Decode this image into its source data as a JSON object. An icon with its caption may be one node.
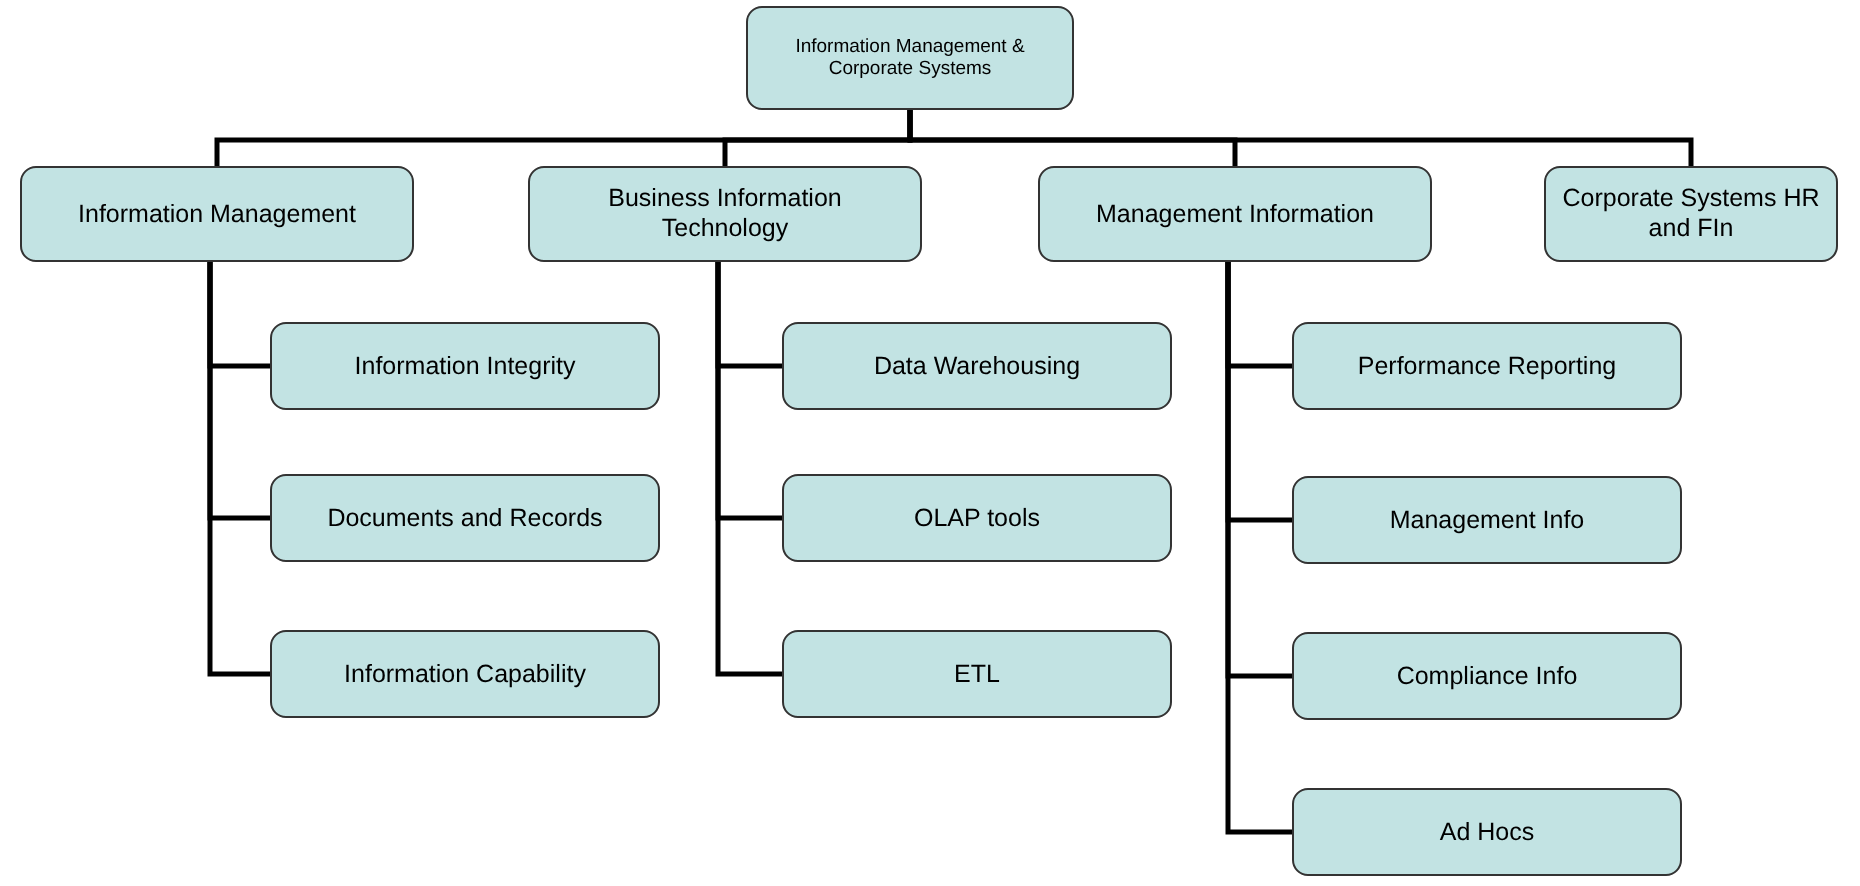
{
  "diagram": {
    "nodes": [
      {
        "text": [
          "Information Management & Corporate Systems"
        ]
      },
      {
        "text": [
          "Information Management"
        ]
      },
      {
        "text": [
          "Business Information Technology"
        ]
      },
      {
        "text": [
          "Management Information"
        ]
      },
      {
        "text": [
          "Corporate Systems HR and FIn"
        ]
      },
      {
        "text": [
          "Information Integrity"
        ]
      },
      {
        "text": [
          "Documents and Records"
        ]
      },
      {
        "text": [
          "Information Capability"
        ]
      },
      {
        "text": [
          "Data Warehousing"
        ]
      },
      {
        "text": [
          "OLAP tools"
        ]
      },
      {
        "text": [
          "ETL"
        ]
      },
      {
        "text": [
          "Performance Reporting"
        ]
      },
      {
        "text": [
          "Management Info"
        ]
      },
      {
        "text": [
          "Compliance Info"
        ]
      },
      {
        "text": [
          "Ad Hocs"
        ]
      }
    ],
    "edges": [
      {
        "from": 0,
        "to": 1,
        "arrow": "none"
      },
      {
        "from": 0,
        "to": 2,
        "arrow": "none"
      },
      {
        "from": 0,
        "to": 3,
        "arrow": "none"
      },
      {
        "from": 0,
        "to": 4,
        "arrow": "none"
      },
      {
        "from": 1,
        "to": 5,
        "arrow": "none"
      },
      {
        "from": 1,
        "to": 6,
        "arrow": "none"
      },
      {
        "from": 1,
        "to": 7,
        "arrow": "none"
      },
      {
        "from": 2,
        "to": 8,
        "arrow": "none"
      },
      {
        "from": 2,
        "to": 9,
        "arrow": "none"
      },
      {
        "from": 2,
        "to": 10,
        "arrow": "none"
      },
      {
        "from": 3,
        "to": 11,
        "arrow": "none"
      },
      {
        "from": 3,
        "to": 12,
        "arrow": "none"
      },
      {
        "from": 3,
        "to": 13,
        "arrow": "none"
      },
      {
        "from": 3,
        "to": 14,
        "arrow": "none"
      }
    ]
  }
}
